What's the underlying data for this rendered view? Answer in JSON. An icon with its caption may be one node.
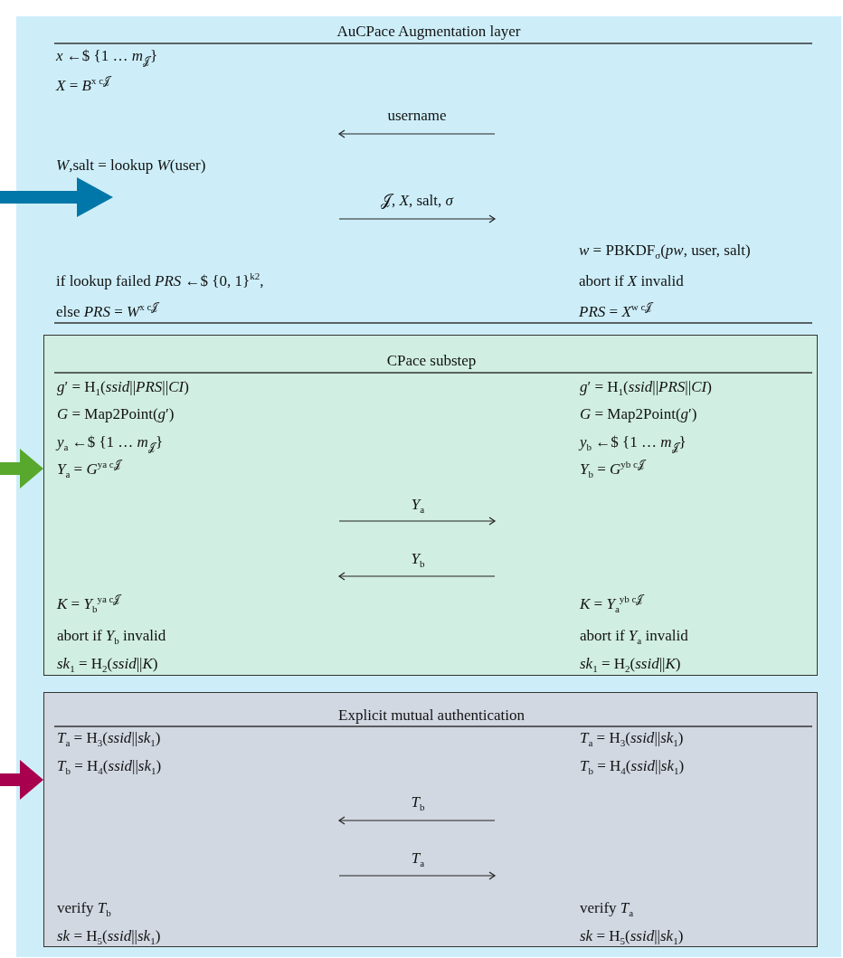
{
  "diagram": {
    "nodes": [
      {
        "text": [
          "AuCPace Augmentation layer",
          "*x* ←$ {1 … *m*$_{𝒥}$}",
          "*X* = *B*$^{x c𝒥}$",
          "username",
          "*W*,salt = lookup *W*(user)",
          "𝒥, *X*, salt, *σ*",
          "*w* = PBKDF$_{σ}$(*pw*, user, salt)",
          "if lookup failed *PRS* ←$ {0, 1}$^{k2}$,",
          "abort if *X* invalid",
          "else *PRS* = *W*$^{x c𝒥}$",
          "*PRS* = *X*$^{w c𝒥}$"
        ]
      },
      {
        "text": [
          "CPace substep",
          "*g*′ = H$_{1}$(*ssid*||*PRS*||*CI*)",
          "*g*′ = H$_{1}$(*ssid*||*PRS*||*CI*)",
          "*G* = Map2Point(*g*′)",
          "*G* = Map2Point(*g*′)",
          "*y*$_{a}$ ←$ {1 … *m*$_{𝒥}$}",
          "*y*$_{b}$ ←$ {1 … *m*$_{𝒥}$}",
          "*Y*$_{a}$ = *G*$^{ya c𝒥}$",
          "*Y*$_{b}$ = *G*$^{yb c𝒥}$",
          "*Y*$_{a}$",
          "*Y*$_{b}$",
          "*K* = *Y*$_{b}$$^{ya c𝒥}$",
          "*K* = *Y*$_{a}$$^{yb c𝒥}$",
          "abort if *Y*$_{b}$ invalid",
          "abort if *Y*$_{a}$ invalid",
          "*sk*$_{1}$ = H$_{2}$(*ssid*||*K*)",
          "*sk*$_{1}$ = H$_{2}$(*ssid*||*K*)"
        ],
        "in": 0
      },
      {
        "text": [
          "Explicit mutual authentication",
          "*T*$_{a}$ = H$_{3}$(*ssid*||*sk*$_{1}$)",
          "*T*$_{a}$ = H$_{3}$(*ssid*||*sk*$_{1}$)",
          "*T*$_{b}$ = H$_{4}$(*ssid*||*sk*$_{1}$)",
          "*T*$_{b}$ = H$_{4}$(*ssid*||*sk*$_{1}$)",
          "*T*$_{b}$",
          "*T*$_{a}$",
          "verify *T*$_{b}$",
          "verify *T*$_{a}$",
          "*sk* = H$_{5}$(*ssid*||*sk*$_{1}$)",
          "*sk* = H$_{5}$(*ssid*||*sk*$_{1}$)"
        ],
        "in": 0
      }
    ],
    "edges": [
      {
        "from": null,
        "to": 0,
        "arrow": "to",
        "color": "#0077a8"
      },
      {
        "from": null,
        "to": 1,
        "arrow": "to",
        "color": "#58a82e"
      },
      {
        "from": null,
        "to": 2,
        "arrow": "to",
        "color": "#a8004f"
      }
    ]
  }
}
